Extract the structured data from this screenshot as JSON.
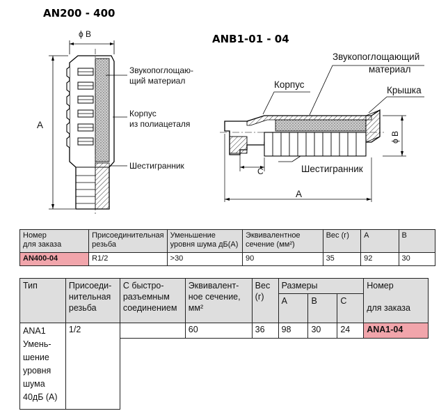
{
  "drawing": {
    "left_title": "AN200 - 400",
    "right_title": "ANB1-01 - 04",
    "left_labels": {
      "phi_b": "ϕ B",
      "dim_a": "A",
      "sound_material_line1": "Звукопоглощаю-",
      "sound_material_line2": "щий материал",
      "housing_line1": "Корпус",
      "housing_line2": "из полиацеталя",
      "hex": "Шестигранник"
    },
    "right_labels": {
      "sound_material_line1": "Звукопоглощающий",
      "sound_material_line2": "материал",
      "housing": "Корпус",
      "cover": "Крышка",
      "phi_b": "ϕ B",
      "dim_c": "C",
      "hex": "Шестигранник",
      "dim_a": "A"
    }
  },
  "table1": {
    "headers": [
      [
        "Номер",
        "для заказа"
      ],
      [
        "Присоединительная",
        "резьба"
      ],
      [
        "Уменьшение",
        "уровня шума дБ(А)"
      ],
      [
        "Эквивалентное",
        "сечение (мм²)"
      ],
      [
        "Вес (г)"
      ],
      [
        "A"
      ],
      [
        "B"
      ]
    ],
    "row": [
      "AN400-04",
      "R1/2",
      ">30",
      "90",
      "35",
      "92",
      "30"
    ]
  },
  "table2": {
    "headers": {
      "type": "Тип",
      "thread": [
        "Присоеди-",
        "нительная",
        "резьба"
      ],
      "quick": [
        "С быстро-",
        "разъемным",
        "соединением"
      ],
      "section": [
        "Эквивалент-",
        "ное сечение,",
        "мм²"
      ],
      "weight": [
        "Вес",
        "(г)"
      ],
      "sizes": "Размеры",
      "size_a": "A",
      "size_b": "B",
      "size_c": "C",
      "order": [
        "Номер",
        "для заказа"
      ]
    },
    "row": {
      "type": [
        "ANA1",
        "Умень-",
        "шение",
        "уровня",
        "шума",
        "40дБ (А)"
      ],
      "thread": "1/2",
      "quick": "",
      "section": "60",
      "weight": "36",
      "a": "98",
      "b": "30",
      "c": "24",
      "order": "ANA1-04"
    }
  }
}
